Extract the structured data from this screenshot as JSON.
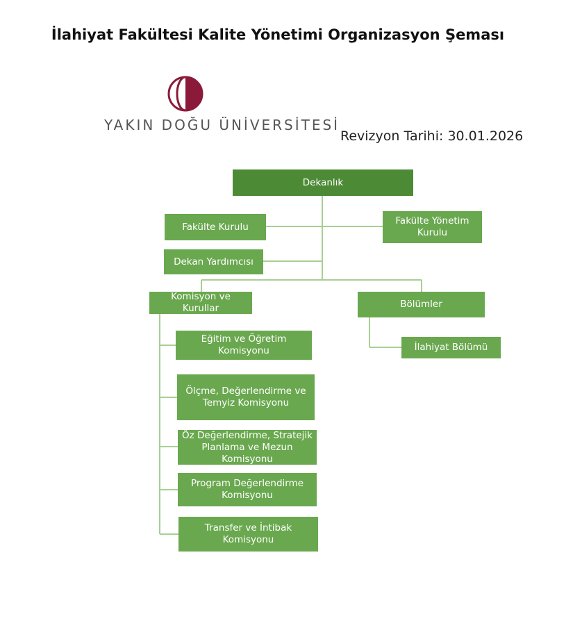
{
  "header": {
    "title": "İlahiyat Fakültesi Kalite Yönetimi Organizasyon Şeması",
    "university_name": "YAKIN DOĞU ÜNİVERSİTESİ",
    "revision": "Revizyon Tarihi: 30.01.2026"
  },
  "colors": {
    "box_green": "#6aa84f",
    "box_dark_green": "#4d8a35",
    "connector": "#a8cf93",
    "logo_red": "#8b1a3a"
  },
  "org": {
    "root": "Dekanlık",
    "faculty_board": "Fakülte Kurulu",
    "faculty_admin_board": "Fakülte Yönetim Kurulu",
    "vice_dean": "Dekan Yardımcısı",
    "commissions": "Komisyon ve Kurullar",
    "departments": "Bölümler",
    "commission_items": [
      "Eğitim ve Öğretim Komisyonu",
      "Ölçme, Değerlendirme ve Temyiz Komisyonu",
      "Öz Değerlendirme, Stratejik Planlama ve Mezun Komisyonu",
      "Program Değerlendirme Komisyonu",
      "Transfer ve İntibak Komisyonu"
    ],
    "department_items": [
      "İlahiyat Bölümü"
    ]
  }
}
